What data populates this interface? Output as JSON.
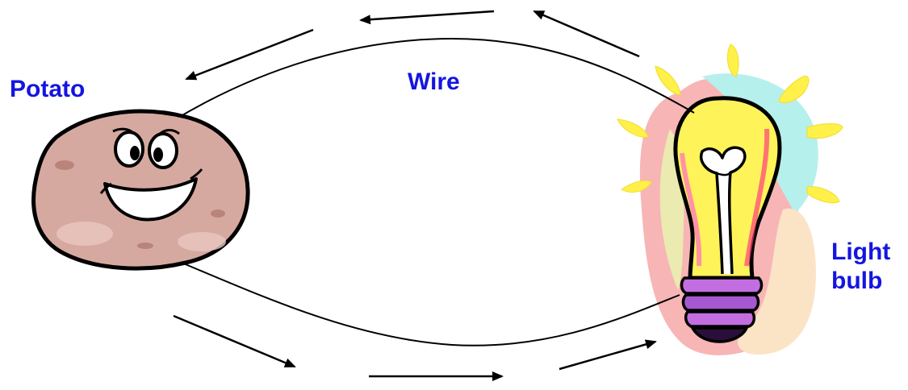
{
  "labels": {
    "potato": "Potato",
    "wire": "Wire",
    "light_bulb_line1": "Light",
    "light_bulb_line2": "bulb"
  },
  "colors": {
    "label_text": "#1515e0",
    "wire": "#000000",
    "potato_skin": "#d6a9a0",
    "potato_shadow": "#b98479",
    "bulb_glass": "#fff35a",
    "bulb_base": "#b05cd6",
    "glow_pink": "#f7b5b6",
    "glow_cyan": "#b6f0ec",
    "glow_peach": "#fbe3c6",
    "rays": "#fff04a"
  },
  "icons": {
    "potato": "smiling-potato-icon",
    "bulb": "glowing-light-bulb-icon",
    "arrow": "current-direction-arrow"
  }
}
